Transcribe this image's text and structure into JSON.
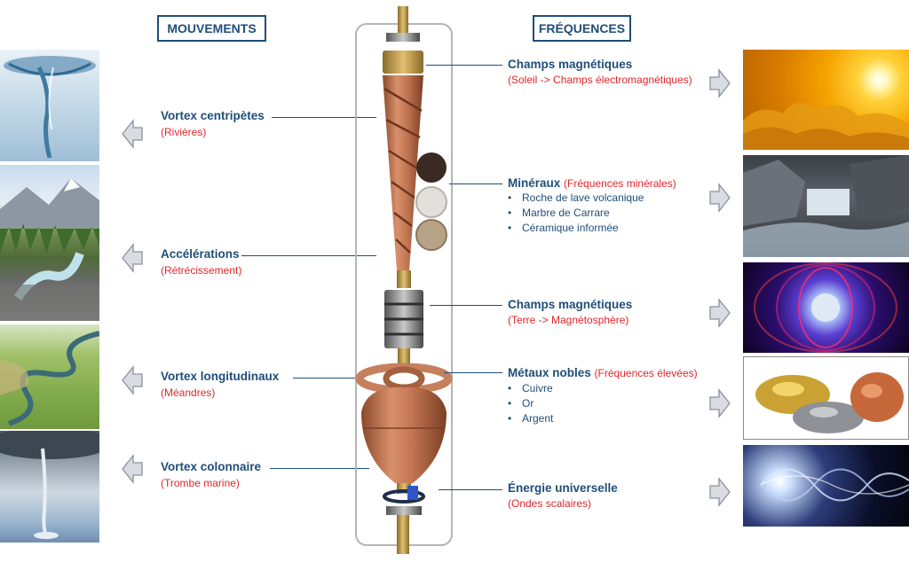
{
  "headers": {
    "left": "MOUVEMENTS",
    "right": "FRÉQUENCES"
  },
  "movements": [
    {
      "title": "Vortex centripètes",
      "subtitle": "Rivières",
      "image": "whirlpool-photo"
    },
    {
      "title": "Accélérations",
      "subtitle": "Rétrécissement",
      "image": "mountain-river-photo"
    },
    {
      "title": "Vortex longitudinaux",
      "subtitle": "Méandres",
      "image": "meander-photo"
    },
    {
      "title": "Vortex colonnaire",
      "subtitle": "Trombe marine",
      "image": "waterspout-photo"
    }
  ],
  "frequencies": [
    {
      "title": "Champs magnétiques",
      "title_suffix": "",
      "subtitle": "Soleil -> Champs électromagnétiques",
      "bullets": [],
      "image": "sun-photo"
    },
    {
      "title": "Minéraux",
      "title_suffix": "Fréquences minérales",
      "subtitle": "",
      "bullets": [
        "Roche de lave volcanique",
        "Marbre de Carrare",
        "Céramique informée"
      ],
      "image": "rock-waterfall-photo"
    },
    {
      "title": "Champs magnétiques",
      "title_suffix": "",
      "subtitle": "Terre -> Magnétosphère",
      "bullets": [],
      "image": "earth-magnetosphere-photo"
    },
    {
      "title": "Métaux nobles",
      "title_suffix": "Fréquences élevées",
      "subtitle": "",
      "bullets": [
        "Cuivre",
        "Or",
        "Argent"
      ],
      "image": "metal-nuggets-photo"
    },
    {
      "title": "Énergie universelle",
      "title_suffix": "",
      "subtitle": "Ondes scalaires",
      "bullets": [],
      "image": "scalar-waves-photo"
    }
  ],
  "colors": {
    "title_blue": "#1f4e79",
    "accent_red": "#e0262b",
    "copper": "#b86a45",
    "arrow_fill": "#d9dde3"
  }
}
